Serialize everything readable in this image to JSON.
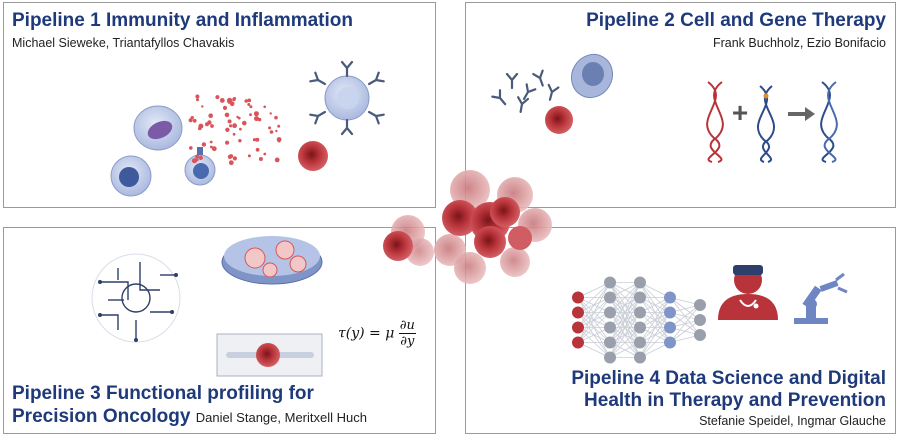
{
  "pipeline1": {
    "title": "Pipeline 1  Immunity and Inflammation",
    "names": "Michael Sieweke, Triantafyllos Chavakis"
  },
  "pipeline2": {
    "title": "Pipeline 2 Cell and Gene Therapy",
    "names": "Frank Buchholz, Ezio Bonifacio"
  },
  "pipeline3": {
    "title_line1": "Pipeline 3 Functional profiling for",
    "title_line2": "Precision Oncology",
    "names": "Daniel Stange, Meritxell Huch"
  },
  "pipeline4": {
    "title_line1": "Pipeline 4 Data Science and Digital",
    "title_line2": "Health in Therapy and Prevention",
    "names": "Stefanie Speidel, Ingmar Glauche"
  },
  "formula": {
    "lhs": "τ(y) = μ",
    "num": "∂u",
    "den": "∂y"
  },
  "colors": {
    "title": "#1f3a7a",
    "cell_red": "#b8343a",
    "cell_blue": "#8fa4d6",
    "panel_border": "#9a9a9a"
  }
}
